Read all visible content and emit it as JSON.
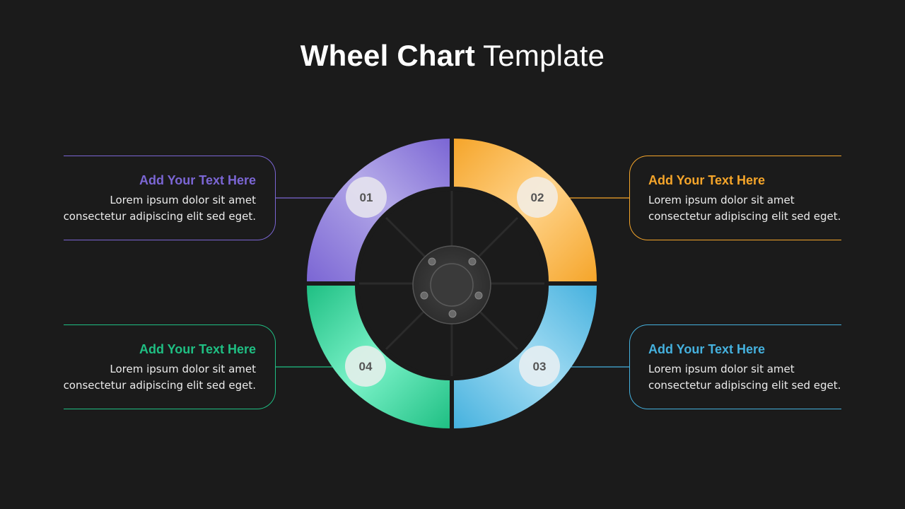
{
  "title": {
    "bold": "Wheel Chart",
    "light": "Template"
  },
  "segments": [
    {
      "number": "01",
      "heading": "Add Your Text Here",
      "body_line1": "Lorem ipsum dolor sit amet",
      "body_line2": "consectetur adipiscing elit sed eget.",
      "color": "#7b66d4",
      "color_light": "#b3a8e8"
    },
    {
      "number": "02",
      "heading": "Add Your Text Here",
      "body_line1": "Lorem ipsum dolor sit amet",
      "body_line2": "consectetur adipiscing elit sed eget.",
      "color": "#f5a52a",
      "color_light": "#ffd38a"
    },
    {
      "number": "03",
      "heading": "Add Your Text Here",
      "body_line1": "Lorem ipsum dolor sit amet",
      "body_line2": "consectetur adipiscing elit sed eget.",
      "color": "#45b1de",
      "color_light": "#a3dcf3"
    },
    {
      "number": "04",
      "heading": "Add Your Text Here",
      "body_line1": "Lorem ipsum dolor sit amet",
      "body_line2": "consectetur adipiscing elit sed eget.",
      "color": "#1fbf83",
      "color_light": "#7af2c8"
    }
  ]
}
